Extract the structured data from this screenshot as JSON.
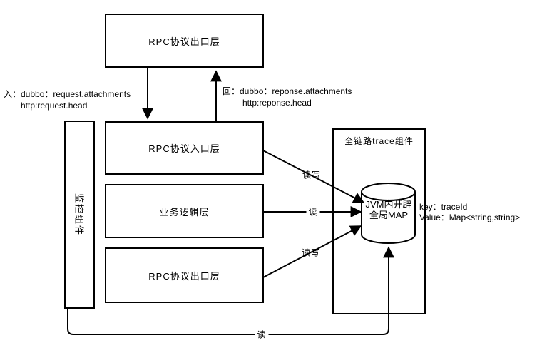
{
  "diagram": {
    "nodes": {
      "top_box": {
        "label": "RPC协议出口层"
      },
      "rpc_in_box": {
        "label": "RPC协议入口层"
      },
      "biz_box": {
        "label": "业务逻辑层"
      },
      "rpc_out_box": {
        "label": "RPC协议出口层"
      },
      "monitor_box": {
        "label": "监控组件"
      },
      "trace_container": {
        "label": "全链路trace组件"
      },
      "jvm_map_cylinder": {
        "label_line1": "JVM内开辟",
        "label_line2": "全局MAP"
      }
    },
    "annotations": {
      "request_in": {
        "line1": "入：dubbo：request.attachments",
        "line2": "http:request.head"
      },
      "response_back": {
        "line1": "回：dubbo：reponse.attachments",
        "line2": "http:reponse.head"
      },
      "kv": {
        "line1": "key：traceId",
        "line2": "Value：Map<string,string>"
      }
    },
    "edge_labels": {
      "rpc_in_to_map": "读写",
      "biz_to_map": "读",
      "rpc_out_to_map": "读写",
      "monitor_to_map": "读"
    },
    "colors": {
      "line": "#000000",
      "background": "#ffffff",
      "text": "#000000"
    }
  }
}
